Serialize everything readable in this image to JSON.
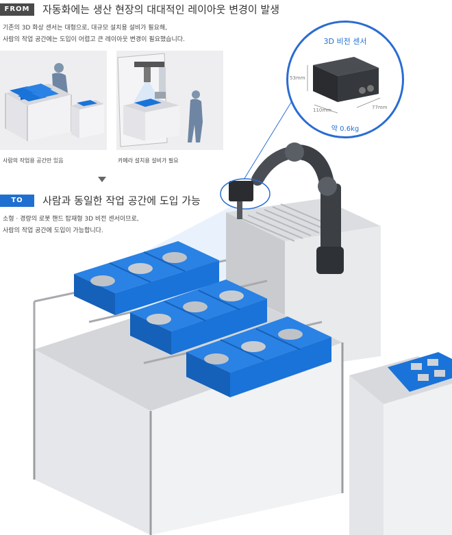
{
  "from": {
    "tag": "FROM",
    "title": "자동화에는 생산 현장의 대대적인 레이아웃 변경이 발생",
    "desc_line1": "기존의 3D 화상 센서는 대형으로, 대규모 설치용 설비가 필요해,",
    "desc_line2": "사람의 작업 공간에는 도입이 어렵고 큰 레이아웃 변경이 필요했습니다.",
    "caption_left": "사람의 작업용 공간만 있음",
    "caption_right": "카메라 설치용 설비가 필요"
  },
  "to": {
    "tag": "TO",
    "title": "사람과 동일한 작업 공간에 도입 가능",
    "desc_line1": "소형 · 경량의 로봇 핸드 탑재형 3D 비전 센서이므로,",
    "desc_line2": "사람의 작업 공간에 도입이 가능합니다."
  },
  "sensor": {
    "title": "3D 비전 센서",
    "height": "53mm",
    "width": "110mm",
    "depth": "77mm",
    "weight": "약 0.6kg"
  },
  "colors": {
    "from_tag": "#4a4a4a",
    "to_tag": "#1f6fd1",
    "accent_blue": "#2a6cd2",
    "bin_blue": "#1a73d9"
  }
}
